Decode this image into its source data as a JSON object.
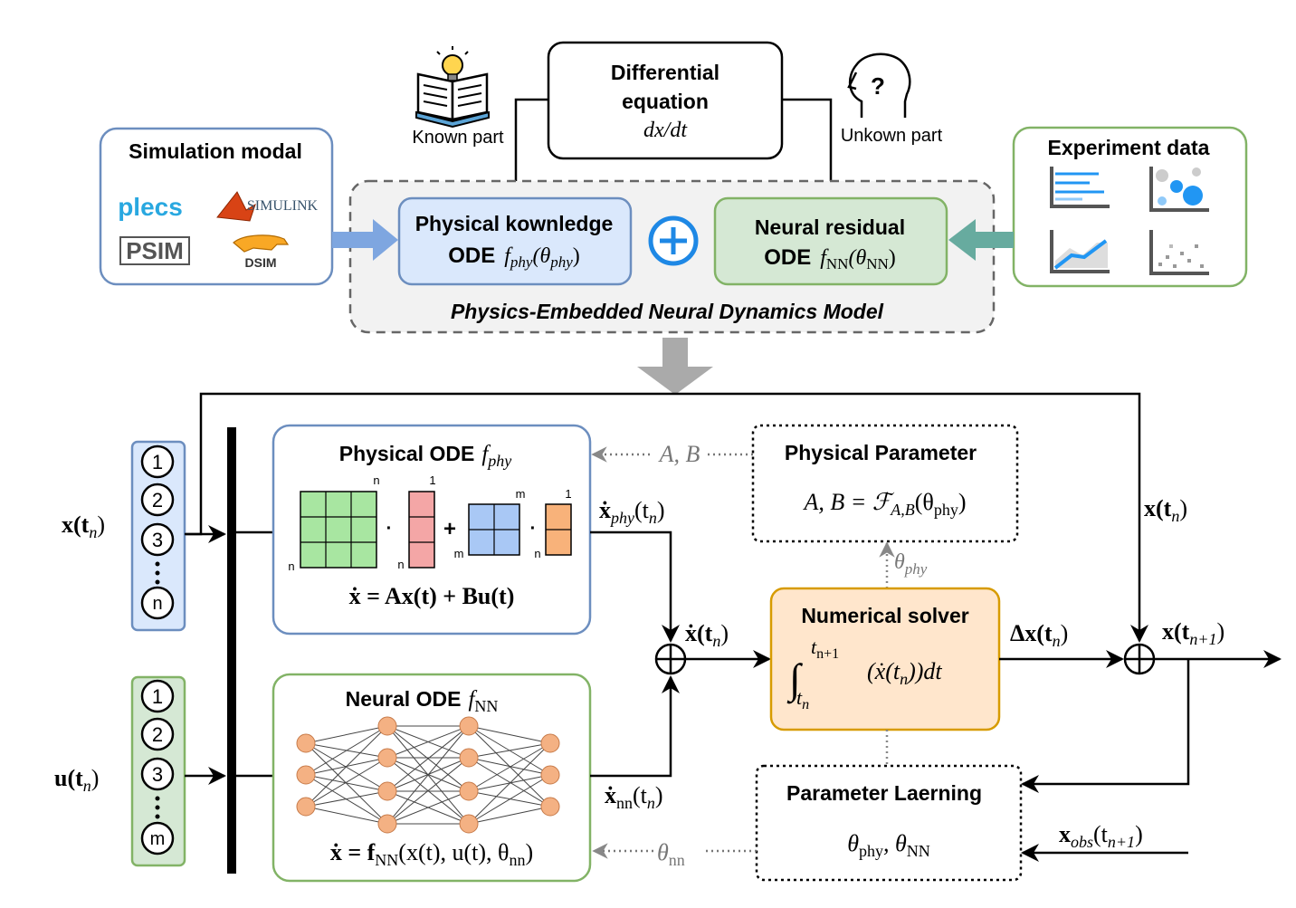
{
  "top": {
    "diff_eq_line1": "Differential",
    "diff_eq_line2": "equation",
    "diff_eq_formula": "dx/dt",
    "known_part": "Known part",
    "unknown_part": "Unkown part",
    "simulation_title": "Simulation modal",
    "sim_tools": [
      "plecs",
      "SIMULINK",
      "PSIM",
      "DSIM"
    ],
    "experiment_title": "Experiment data",
    "phys_box_line1": "Physical kownledge",
    "phys_box_line2_prefix": "ODE",
    "phys_box_formula": "f",
    "phys_box_sub": "phy",
    "phys_box_arg": "(θ",
    "phys_box_arg_sub": "phy",
    "phys_box_arg_close": ")",
    "nn_box_line1": "Neural residual",
    "nn_box_line2_prefix": "ODE",
    "nn_box_formula": "f",
    "nn_box_sub": "NN",
    "nn_box_arg": "(θ",
    "nn_box_arg_sub": "NN",
    "nn_box_arg_close": ")",
    "model_title": "Physics-Embedded Neural Dynamics Model"
  },
  "bottom": {
    "x_input_label": "x(t",
    "x_input_sub": "n",
    "u_input_label": "u(t",
    "u_input_sub": "n",
    "x_states": [
      "1",
      "2",
      "3",
      "n"
    ],
    "u_states": [
      "1",
      "2",
      "3",
      "m"
    ],
    "phys_ode_title": "Physical  ODE",
    "phys_ode_f": "f",
    "phys_ode_sub": "phy",
    "matrix_dims": {
      "a_top": "n",
      "a_left": "n",
      "x_top": "1",
      "x_left": "n",
      "b_top": "m",
      "b_left": "m",
      "u_top": "1",
      "u_left": "n"
    },
    "phys_ode_equation": "ẋ = Ax(t) + Bu(t)",
    "nn_ode_title": "Neural ODE",
    "nn_ode_f": "f",
    "nn_ode_sub": "NN",
    "nn_ode_equation": "ẋ = f",
    "nn_ode_equation_sub": "NN",
    "nn_ode_equation_rest": "(x(t), u(t), θ",
    "nn_ode_equation_sub2": "nn",
    "nn_ode_equation_end": ")",
    "phys_param_title": "Physical  Parameter",
    "phys_param_formula": "A, B = ℱ",
    "phys_param_formula_sub": "A,B",
    "phys_param_formula_rest": "(θ",
    "phys_param_formula_sub2": "phy",
    "phys_param_formula_end": ")",
    "ab_label": "A, B",
    "theta_phy_label": "θ",
    "theta_phy_sub": "phy",
    "xdot_phy_label": "ẋ",
    "xdot_phy_sub": "phy",
    "xdot_phy_rest": "(t",
    "xdot_phy_rest_sub": "n",
    "xdot_phy_close": ")",
    "xdot_label": "ẋ(t",
    "xdot_label_sub": "n",
    "xdot_nn_label": "ẋ",
    "xdot_nn_sub": "nn",
    "xdot_nn_rest": "(t",
    "xdot_nn_rest_sub": "n",
    "solver_title": "Numerical solver",
    "solver_int_lower": "t",
    "solver_int_lower_sub": "n",
    "solver_int_upper": "t",
    "solver_int_upper_sub": "n+1",
    "solver_integrand": "(ẋ(t",
    "solver_integrand_sub": "n",
    "solver_integrand_end": "))dt",
    "delta_x_label": "Δx(t",
    "delta_x_sub": "n",
    "x_tn_right": "x(t",
    "x_tn_right_sub": "n",
    "x_next_label": "x(t",
    "x_next_sub": "n+1",
    "param_learning_title": "Parameter Laerning",
    "param_learning_formula": "θ",
    "param_learning_sub1": "phy",
    "param_learning_mid": ", θ",
    "param_learning_sub2": "NN",
    "theta_nn_label": "θ",
    "theta_nn_sub": "nn",
    "x_obs_label": "x",
    "x_obs_sub": "obs",
    "x_obs_rest": "(t",
    "x_obs_rest_sub": "n+1"
  },
  "colors": {
    "blue_border": "#6C8EBF",
    "blue_fill": "#DAE8FC",
    "green_border": "#82B366",
    "green_fill": "#D5E8D4",
    "orange_border": "#D79B00",
    "orange_fill": "#FFE6CC",
    "matrix_green": "#A8E6A1",
    "matrix_pink": "#F4A6A6",
    "matrix_blue": "#A9C8F5",
    "matrix_orange": "#F8B27A",
    "nn_node": "#F4B183",
    "plus_blue": "#1E88E5",
    "gray_arrow": "#AAAAAA"
  }
}
